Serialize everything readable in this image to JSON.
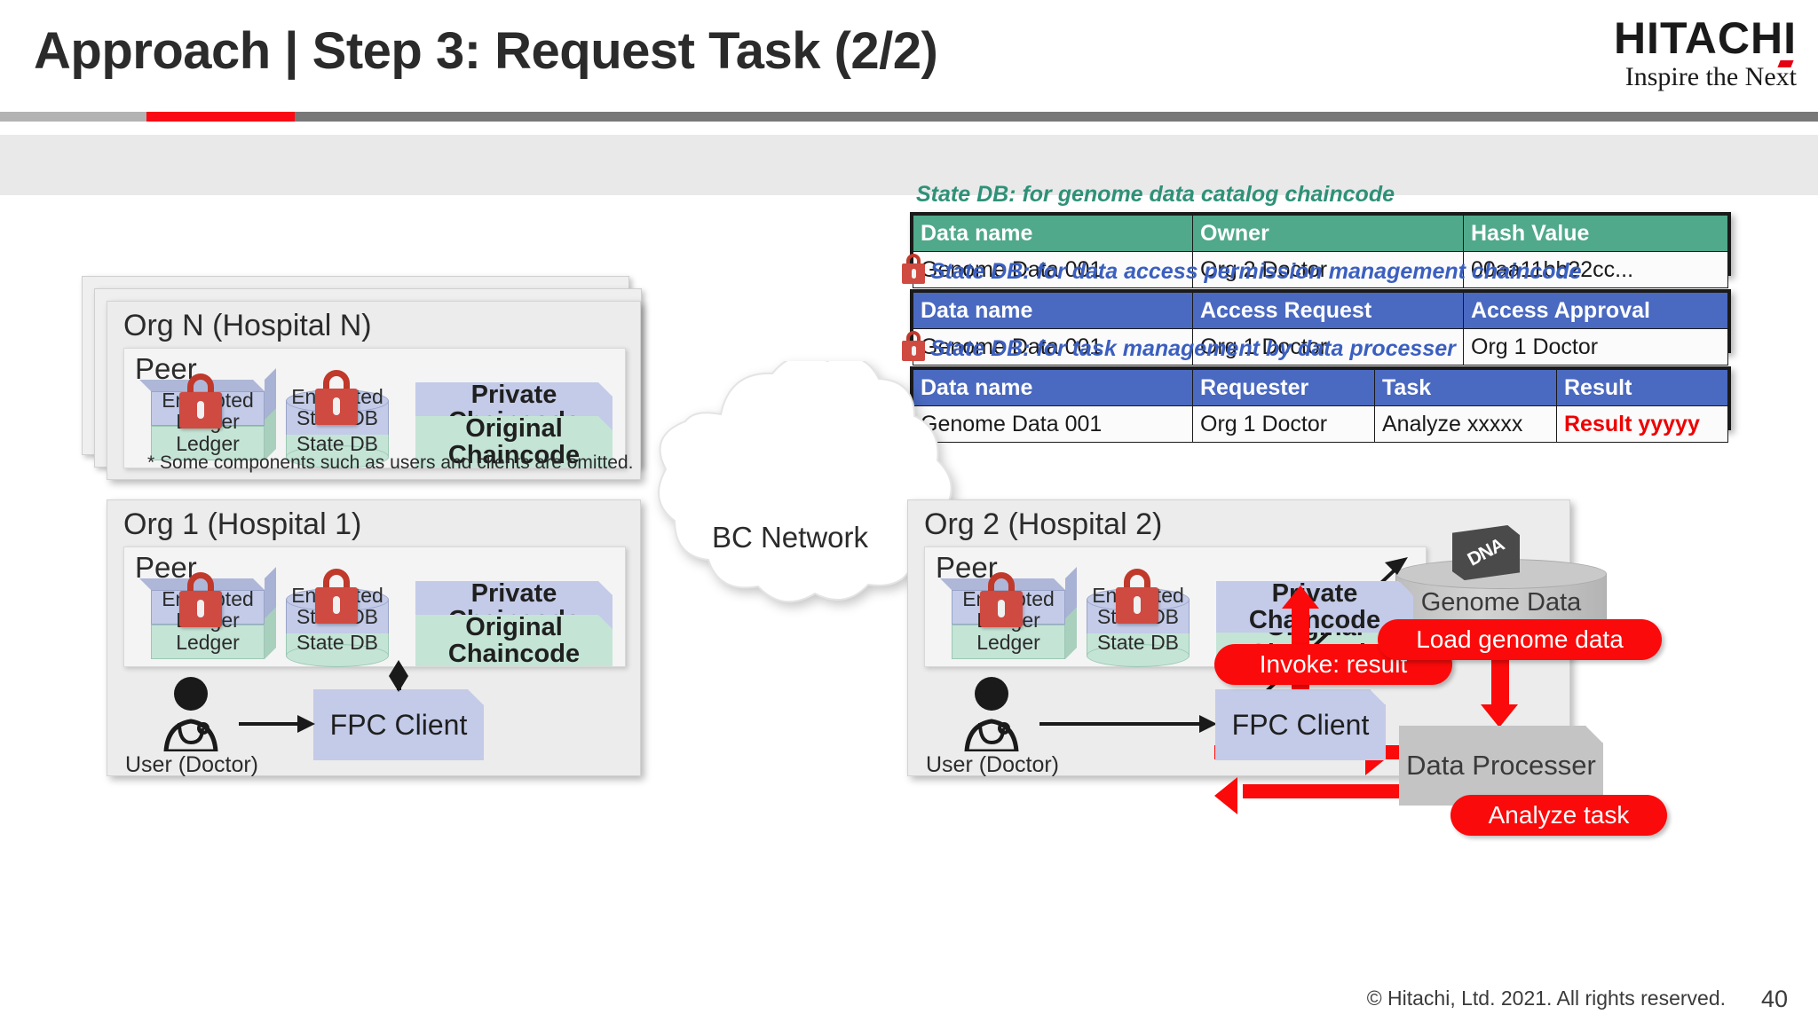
{
  "header": {
    "title": "Approach | Step 3: Request Task (2/2)",
    "logo_main": "HITACHI",
    "logo_tagline": "Inspire the Next"
  },
  "footer": {
    "copyright": "© Hitachi, Ltd. 2021. All rights reserved.",
    "page_number": "40"
  },
  "tables": [
    {
      "caption": "State DB: for genome data catalog chaincode",
      "locked": false,
      "accent": "#4fa98a",
      "columns": [
        "Data name",
        "Owner",
        "Hash Value"
      ],
      "rows": [
        [
          "Genome Data 001",
          "Org 2 Doctor",
          "00aa11bb22cc..."
        ]
      ],
      "red_cells": []
    },
    {
      "caption": "State DB: for data access permission management chaincode",
      "locked": true,
      "accent": "#4a69c0",
      "columns": [
        "Data name",
        "Access Request",
        "Access Approval"
      ],
      "rows": [
        [
          "Genome Data 001",
          "Org 1 Doctor",
          "Org 1 Doctor"
        ]
      ],
      "red_cells": []
    },
    {
      "caption": "State DB: for task management by data processer",
      "locked": true,
      "accent": "#4a69c0",
      "columns": [
        "Data name",
        "Requester",
        "Task",
        "Result"
      ],
      "rows": [
        [
          "Genome Data 001",
          "Org 1 Doctor",
          "Analyze xxxxx",
          "Result yyyyy"
        ]
      ],
      "red_cells": [
        3
      ]
    }
  ],
  "orgs": {
    "orgN": {
      "title": "Org N (Hospital N)",
      "peer_label": "Peer",
      "ledger_top": "Encrypted Ledger",
      "ledger_bottom": "Ledger",
      "db_top": "Encrypted State DB",
      "db_bottom": "State DB",
      "chaincode_private": "Private Chaincode",
      "chaincode_original": "Original Chaincode",
      "footnote": "* Some components such as users and clients are omitted."
    },
    "org1": {
      "title": "Org 1 (Hospital 1)",
      "peer_label": "Peer",
      "ledger_top": "Encrypted Ledger",
      "ledger_bottom": "Ledger",
      "db_top": "Encrypted State DB",
      "db_bottom": "State DB",
      "chaincode_private": "Private Chaincode",
      "chaincode_original": "Original Chaincode",
      "client": "FPC Client",
      "user": "User (Doctor)"
    },
    "org2": {
      "title": "Org 2 (Hospital 2)",
      "peer_label": "Peer",
      "ledger_top": "Encrypted Ledger",
      "ledger_bottom": "Ledger",
      "db_top": "Encrypted State DB",
      "db_bottom": "State DB",
      "chaincode_private": "Private Chaincode",
      "chaincode_original": "Original Chaincode",
      "client": "FPC Client",
      "user": "User (Doctor)"
    }
  },
  "network": {
    "label": "BC Network"
  },
  "storage": {
    "label": "Genome Data Storage",
    "chip_label": "DNA"
  },
  "processer": {
    "label": "Data Processer"
  },
  "callouts": {
    "invoke_result": "Invoke: result",
    "load_genome": "Load genome data",
    "analyze_task": "Analyze task"
  },
  "colors": {
    "accent_red": "#fa0a0a",
    "green_header": "#4fa98a",
    "blue_header": "#4a69c0",
    "ledger_blue": "#c3cbe8",
    "ledger_green": "#c4e4d6"
  }
}
